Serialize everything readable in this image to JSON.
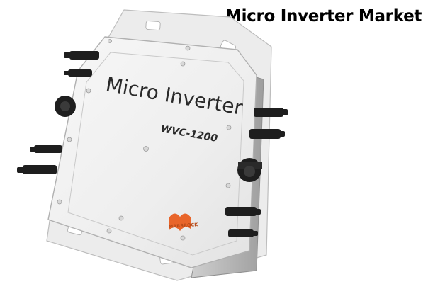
{
  "header": {
    "title": "Micro Inverter Market"
  },
  "product": {
    "name_text": "Micro Inverter",
    "model_text": "WVC-1200",
    "logo_text": "MARSROCK",
    "body_color": "#f1f1f1",
    "edge_color": "#b9b9b9",
    "connector_color": "#1e1e1e",
    "logo_color": "#e8652a"
  }
}
